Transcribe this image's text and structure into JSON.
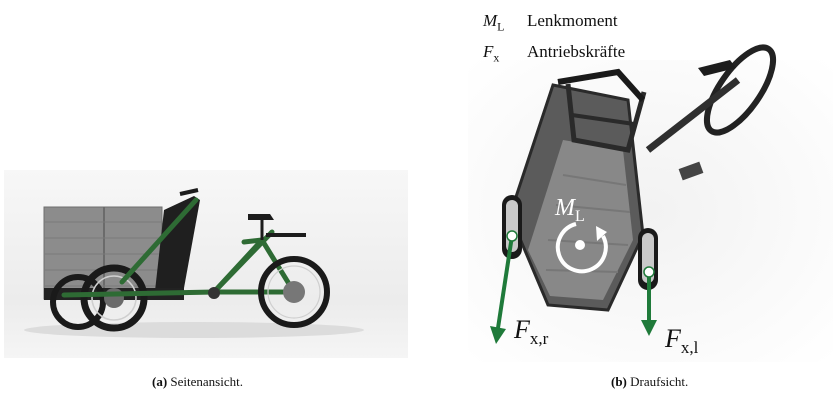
{
  "panels": {
    "a": {
      "caption_tag": "(a)",
      "caption_text": " Seitenansicht."
    },
    "b": {
      "caption_tag": "(b)",
      "caption_text": " Draufsicht."
    }
  },
  "legend": [
    {
      "symbol": "M",
      "sub": "L",
      "text": "Lenkmoment"
    },
    {
      "symbol": "F",
      "sub": "x",
      "text": "Antriebskräfte"
    }
  ],
  "labels": {
    "moment": {
      "symbol": "M",
      "sub": "L"
    },
    "force_right": {
      "symbol": "F",
      "sub": "x,r"
    },
    "force_left": {
      "symbol": "F",
      "sub": "x,l"
    }
  },
  "colors": {
    "frame_green": "#2e6b34",
    "arrow_green": "#1f7a3a",
    "box_grey": "#8a8a8a",
    "dark": "#1c1c1c"
  }
}
